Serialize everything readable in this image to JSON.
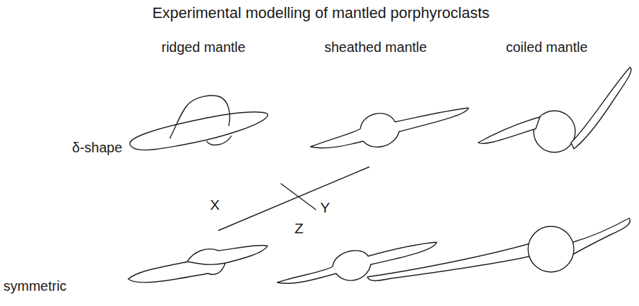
{
  "diagram": {
    "title": "Experimental modelling of mantled porphyroclasts",
    "labels": [
      "ridged mantle",
      "sheathed mantle",
      "coiled mantle",
      "δ-shape",
      "X",
      "Z",
      "Y",
      "symmetric"
    ]
  }
}
